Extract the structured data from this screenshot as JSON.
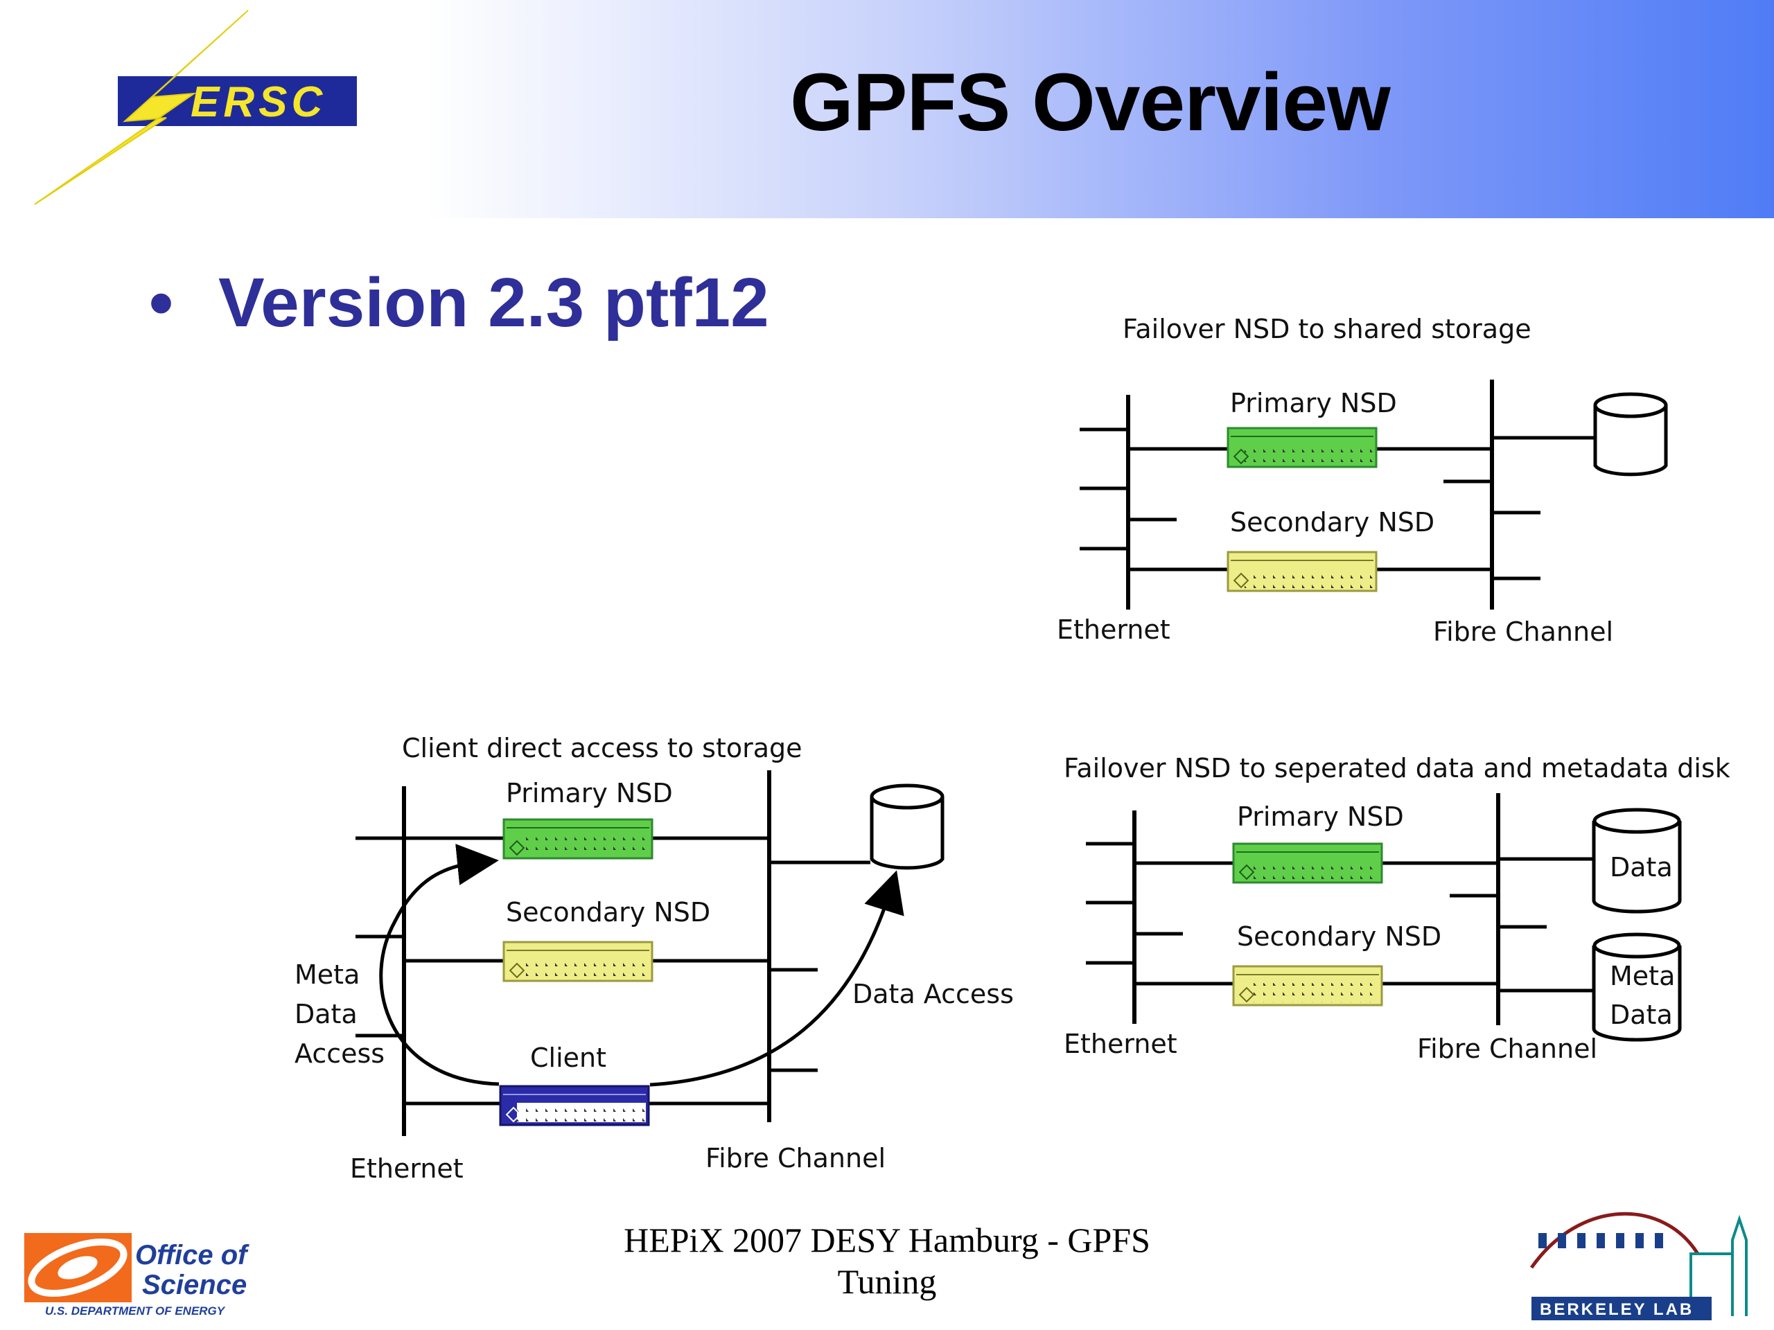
{
  "slide": {
    "title": "GPFS Overview",
    "bullet": "Version 2.3 ptf12",
    "footer_line1": "HEPiX 2007 DESY Hamburg - GPFS",
    "footer_line2": "Tuning"
  },
  "logos": {
    "nersc": "ERSC",
    "doe_line1": "Office of",
    "doe_line2": "Science",
    "doe_line3": "U.S. DEPARTMENT OF ENERGY",
    "berkeley": "BERKELEY LAB"
  },
  "diagram_top": {
    "caption": "Failover NSD to shared storage",
    "primary": "Primary NSD",
    "secondary": "Secondary NSD",
    "ethernet": "Ethernet",
    "fibre": "Fibre Channel"
  },
  "diagram_left": {
    "caption": "Client direct access to storage",
    "primary": "Primary NSD",
    "secondary": "Secondary NSD",
    "client": "Client",
    "meta1": "Meta",
    "meta2": "Data",
    "meta3": "Access",
    "data_access": "Data Access",
    "ethernet": "Ethernet",
    "fibre": "Fibre Channel"
  },
  "diagram_right": {
    "caption": "Failover NSD to seperated data and metadata disk",
    "primary": "Primary NSD",
    "secondary": "Secondary NSD",
    "data": "Data",
    "meta1": "Meta",
    "meta2": "Data",
    "ethernet": "Ethernet",
    "fibre": "Fibre Channel"
  },
  "colors": {
    "primary_node": "#5fcf4a",
    "secondary_node": "#eeee88",
    "client_node": "#2b2ba8",
    "title_blue": "#2f2f99"
  }
}
